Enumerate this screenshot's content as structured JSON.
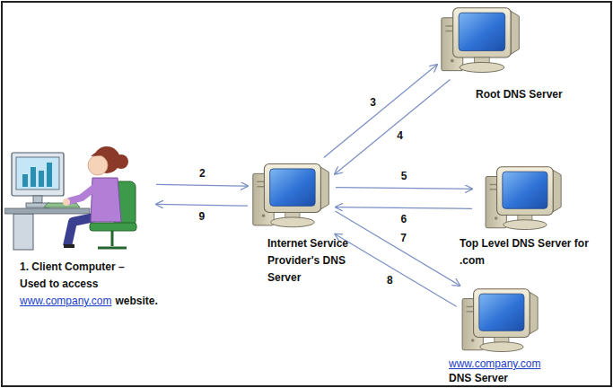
{
  "diagram": {
    "nodes": [
      {
        "text": [
          "1. Client Computer – Used to access",
          "www.company.com",
          "website."
        ]
      },
      {
        "text": [
          "Internet Service Provider's DNS Server"
        ]
      },
      {
        "text": [
          "Root DNS Server"
        ]
      },
      {
        "text": [
          "Top Level DNS Server for .com"
        ]
      },
      {
        "text": [
          "www.company.com",
          "DNS Server"
        ]
      }
    ],
    "edges": [
      {
        "from": 0,
        "to": 1,
        "arrow": "to",
        "label": "2"
      },
      {
        "from": 1,
        "to": 2,
        "arrow": "to",
        "label": "3"
      },
      {
        "from": 2,
        "to": 1,
        "arrow": "to",
        "label": "4"
      },
      {
        "from": 1,
        "to": 3,
        "arrow": "to",
        "label": "5"
      },
      {
        "from": 3,
        "to": 1,
        "arrow": "to",
        "label": "6"
      },
      {
        "from": 1,
        "to": 4,
        "arrow": "to",
        "label": "7"
      },
      {
        "from": 4,
        "to": 1,
        "arrow": "to",
        "label": "8"
      },
      {
        "from": 1,
        "to": 0,
        "arrow": "to",
        "label": "9"
      }
    ]
  }
}
